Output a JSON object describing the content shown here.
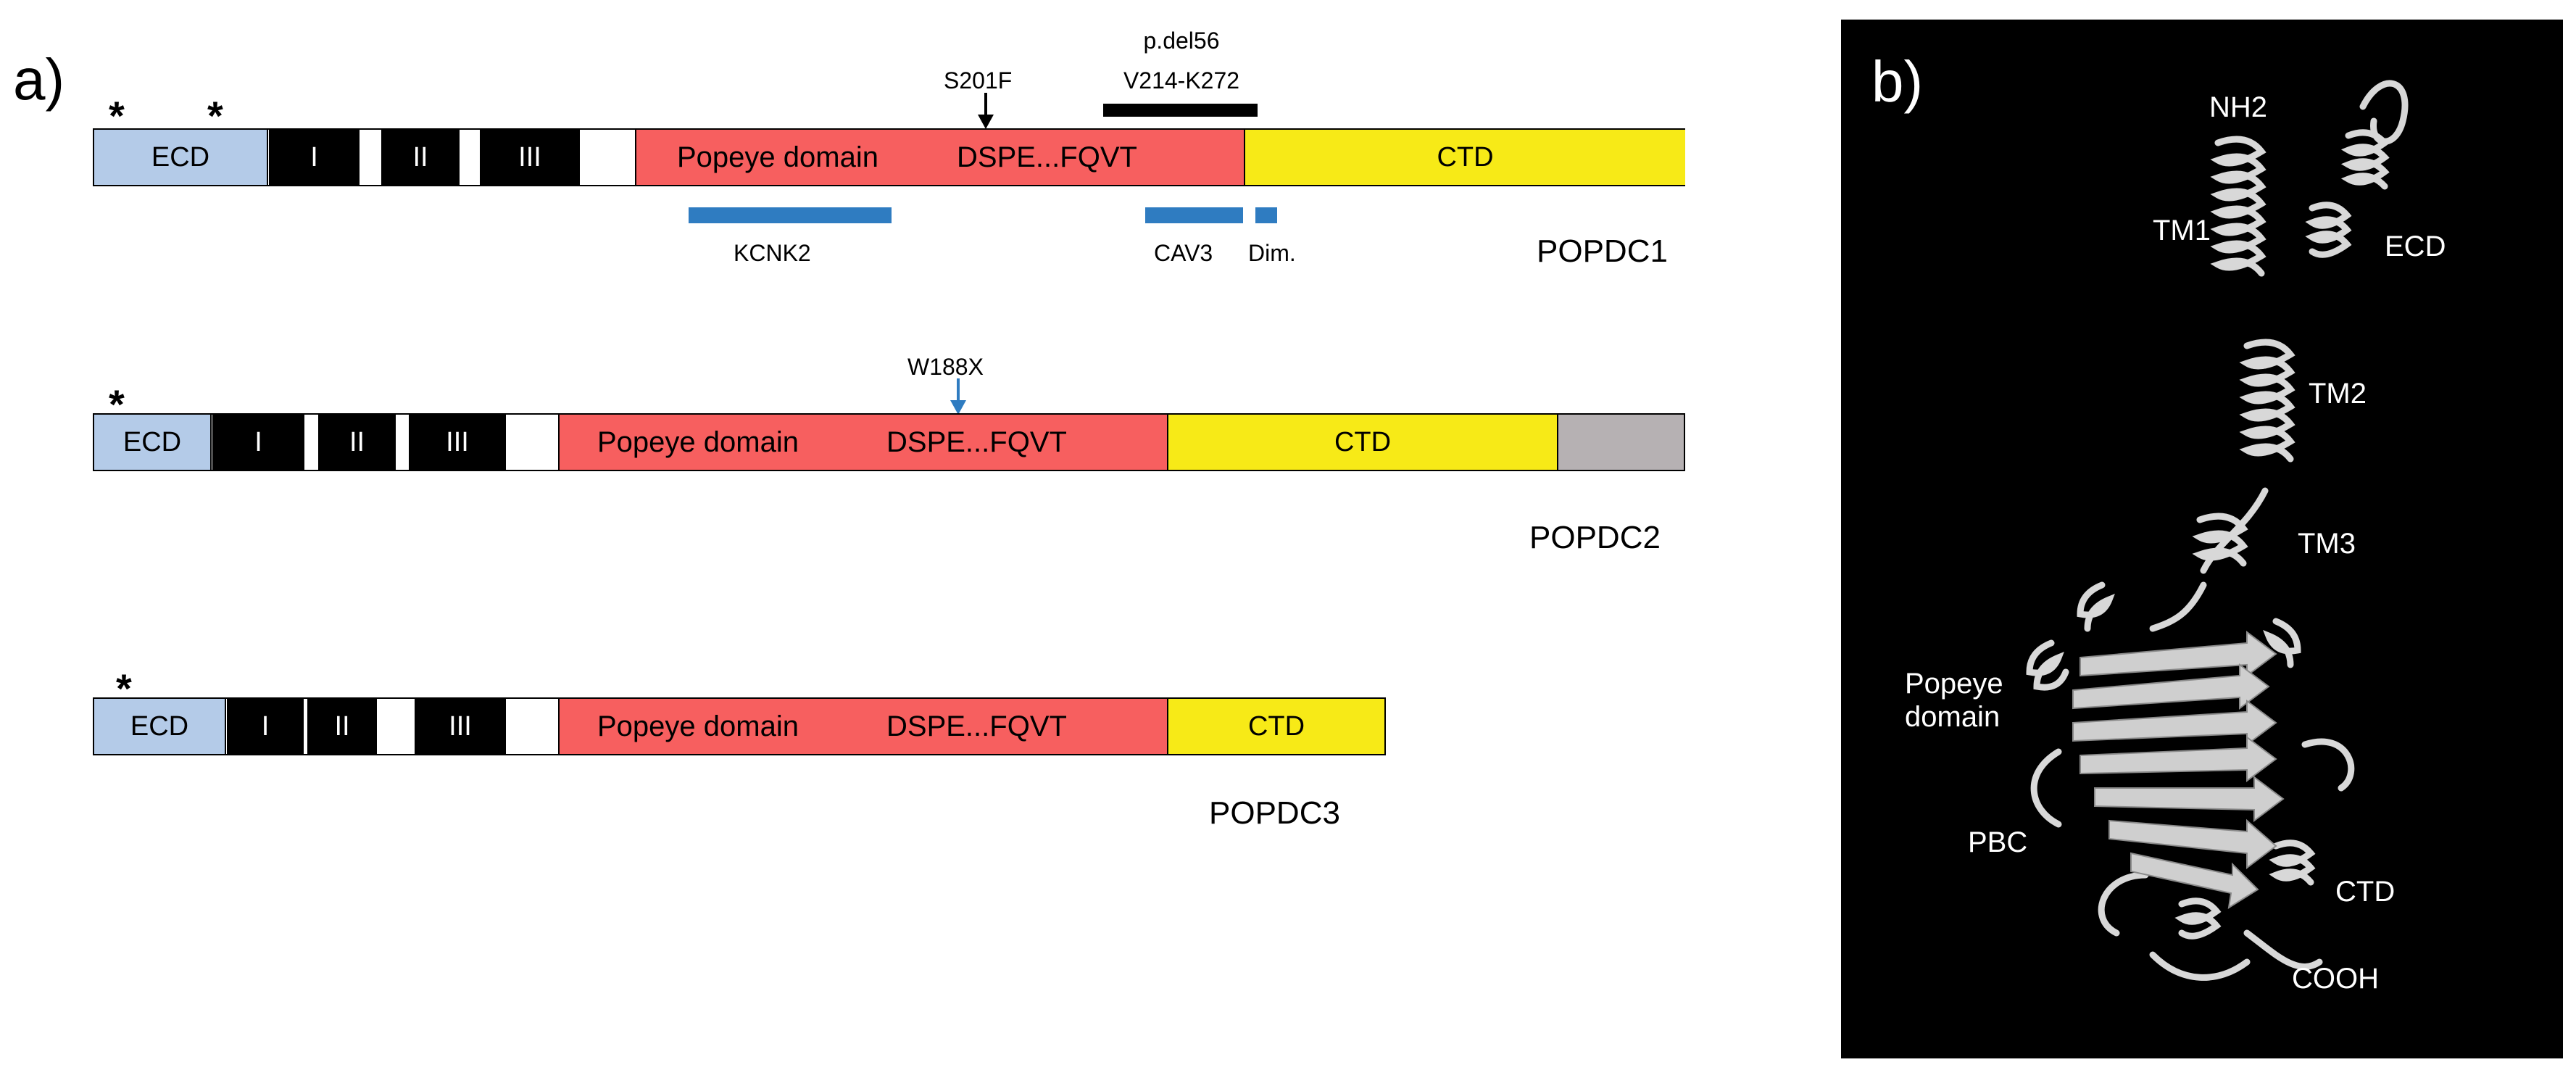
{
  "panel_a": {
    "label": "a)",
    "proteins": [
      {
        "name": "POPDC1",
        "stars": [
          "*",
          "*"
        ],
        "segments": {
          "ecd": "ECD",
          "tm1": "I",
          "tm2": "II",
          "tm3": "III",
          "popeye": "Popeye domain",
          "motif": "DSPE...FQVT",
          "ctd": "CTD"
        },
        "mutations": [
          {
            "label": "S201F",
            "arrow_color": "#000000"
          },
          {
            "label_line1": "p.del56",
            "label_line2": "V214-K272"
          }
        ],
        "binding_regions": [
          "KCNK2",
          "CAV3",
          "Dim."
        ]
      },
      {
        "name": "POPDC2",
        "stars": [
          "*"
        ],
        "segments": {
          "ecd": "ECD",
          "tm1": "I",
          "tm2": "II",
          "tm3": "III",
          "popeye": "Popeye domain",
          "motif": "DSPE...FQVT",
          "ctd": "CTD"
        },
        "mutations": [
          {
            "label": "W188X",
            "arrow_color": "#2f7cc1"
          }
        ]
      },
      {
        "name": "POPDC3",
        "stars": [
          "*"
        ],
        "segments": {
          "ecd": "ECD",
          "tm1": "I",
          "tm2": "II",
          "tm3": "III",
          "popeye": "Popeye domain",
          "motif": "DSPE...FQVT",
          "ctd": "CTD"
        }
      }
    ],
    "colors": {
      "ecd": "#b4cbe8",
      "tm": "#000000",
      "popeye": "#f75f5f",
      "ctd": "#f7ea17",
      "extra": "#b6b1b3",
      "binding": "#2f7cc1"
    }
  },
  "panel_b": {
    "label": "b)",
    "structure_labels": [
      "NH2",
      "TM1",
      "ECD",
      "TM2",
      "TM3",
      "Popeye\ndomain",
      "PBC",
      "CTD",
      "COOH"
    ]
  }
}
